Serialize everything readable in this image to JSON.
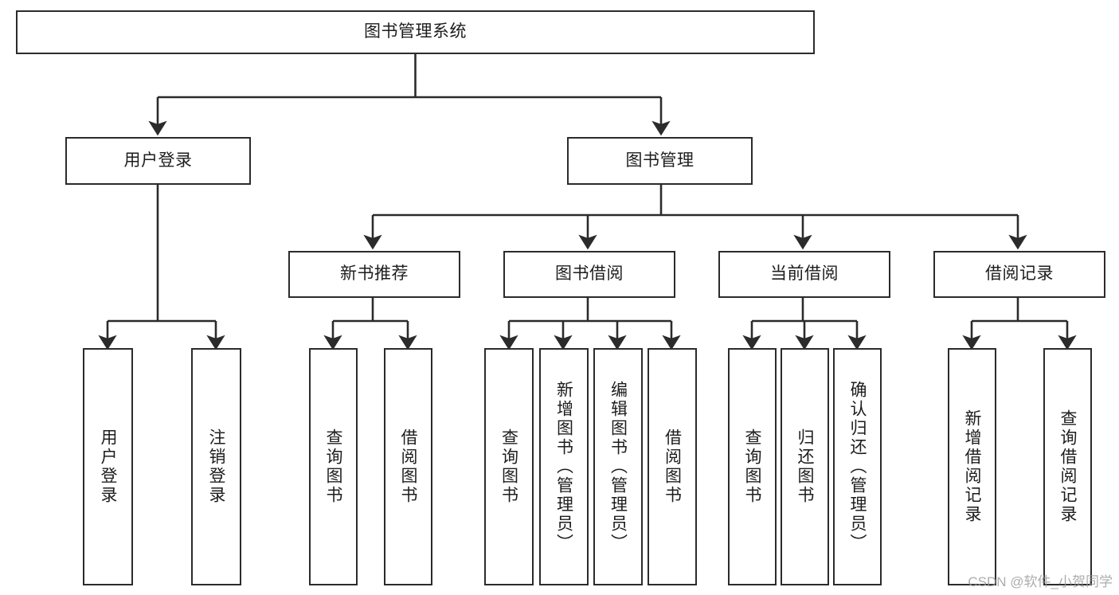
{
  "diagram": {
    "type": "tree-hierarchy-chart",
    "title": "图书管理系统",
    "orientation": "top-down",
    "colors": {
      "box_border": "#2b2b2b",
      "box_fill": "#ffffff",
      "connector": "#2b2b2b",
      "text": "#1d1d1d",
      "watermark": "#9a9a9a",
      "background": "#ffffff"
    },
    "levels": {
      "root": {
        "label": "图书管理系统"
      },
      "level2": [
        {
          "label": "用户登录"
        },
        {
          "label": "图书管理"
        }
      ],
      "level3": [
        {
          "label": "新书推荐"
        },
        {
          "label": "图书借阅"
        },
        {
          "label": "当前借阅"
        },
        {
          "label": "借阅记录"
        }
      ],
      "leaves": [
        {
          "label": "用户登录",
          "parent": "用户登录"
        },
        {
          "label": "注销登录",
          "parent": "用户登录"
        },
        {
          "label": "查询图书",
          "parent": "新书推荐"
        },
        {
          "label": "借阅图书",
          "parent": "新书推荐"
        },
        {
          "label": "查询图书",
          "parent": "图书借阅"
        },
        {
          "label": "新增图书（管理员）",
          "parent": "图书借阅"
        },
        {
          "label": "编辑图书（管理员）",
          "parent": "图书借阅"
        },
        {
          "label": "借阅图书",
          "parent": "图书借阅"
        },
        {
          "label": "查询图书",
          "parent": "当前借阅"
        },
        {
          "label": "归还图书",
          "parent": "当前借阅"
        },
        {
          "label": "确认归还（管理员）",
          "parent": "当前借阅"
        },
        {
          "label": "新增借阅记录",
          "parent": "借阅记录"
        },
        {
          "label": "查询借阅记录",
          "parent": "借阅记录"
        }
      ]
    },
    "watermark": "CSDN @软件_小贺同学"
  }
}
